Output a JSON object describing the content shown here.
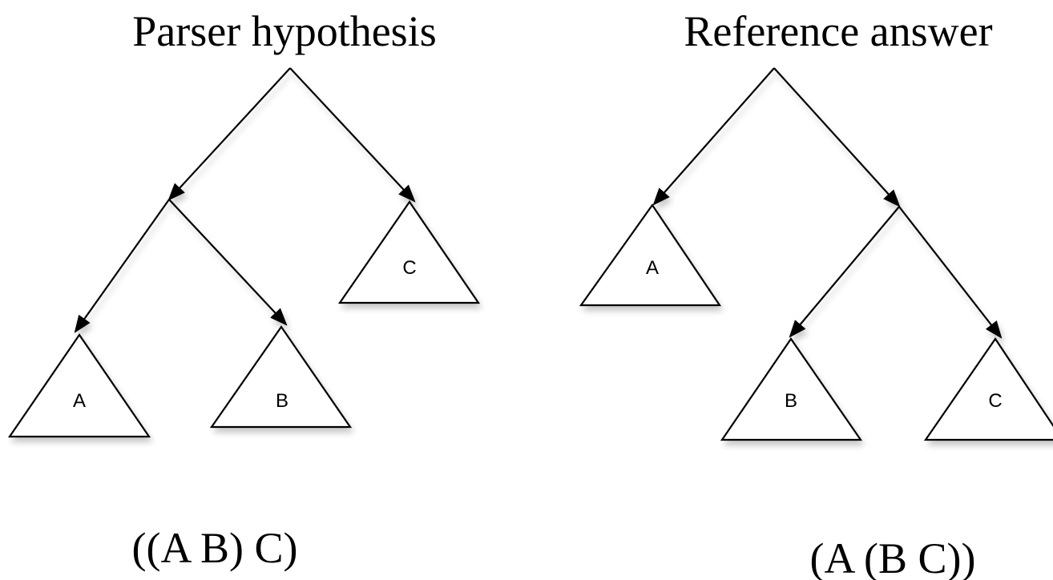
{
  "left_tree": {
    "title": "Parser hypothesis",
    "bracketing": "((A B) C)",
    "leaves": {
      "a": "A",
      "b": "B",
      "c": "C"
    }
  },
  "right_tree": {
    "title": "Reference answer",
    "bracketing": "(A (B C))",
    "leaves": {
      "a": "A",
      "b": "B",
      "c": "C"
    }
  }
}
